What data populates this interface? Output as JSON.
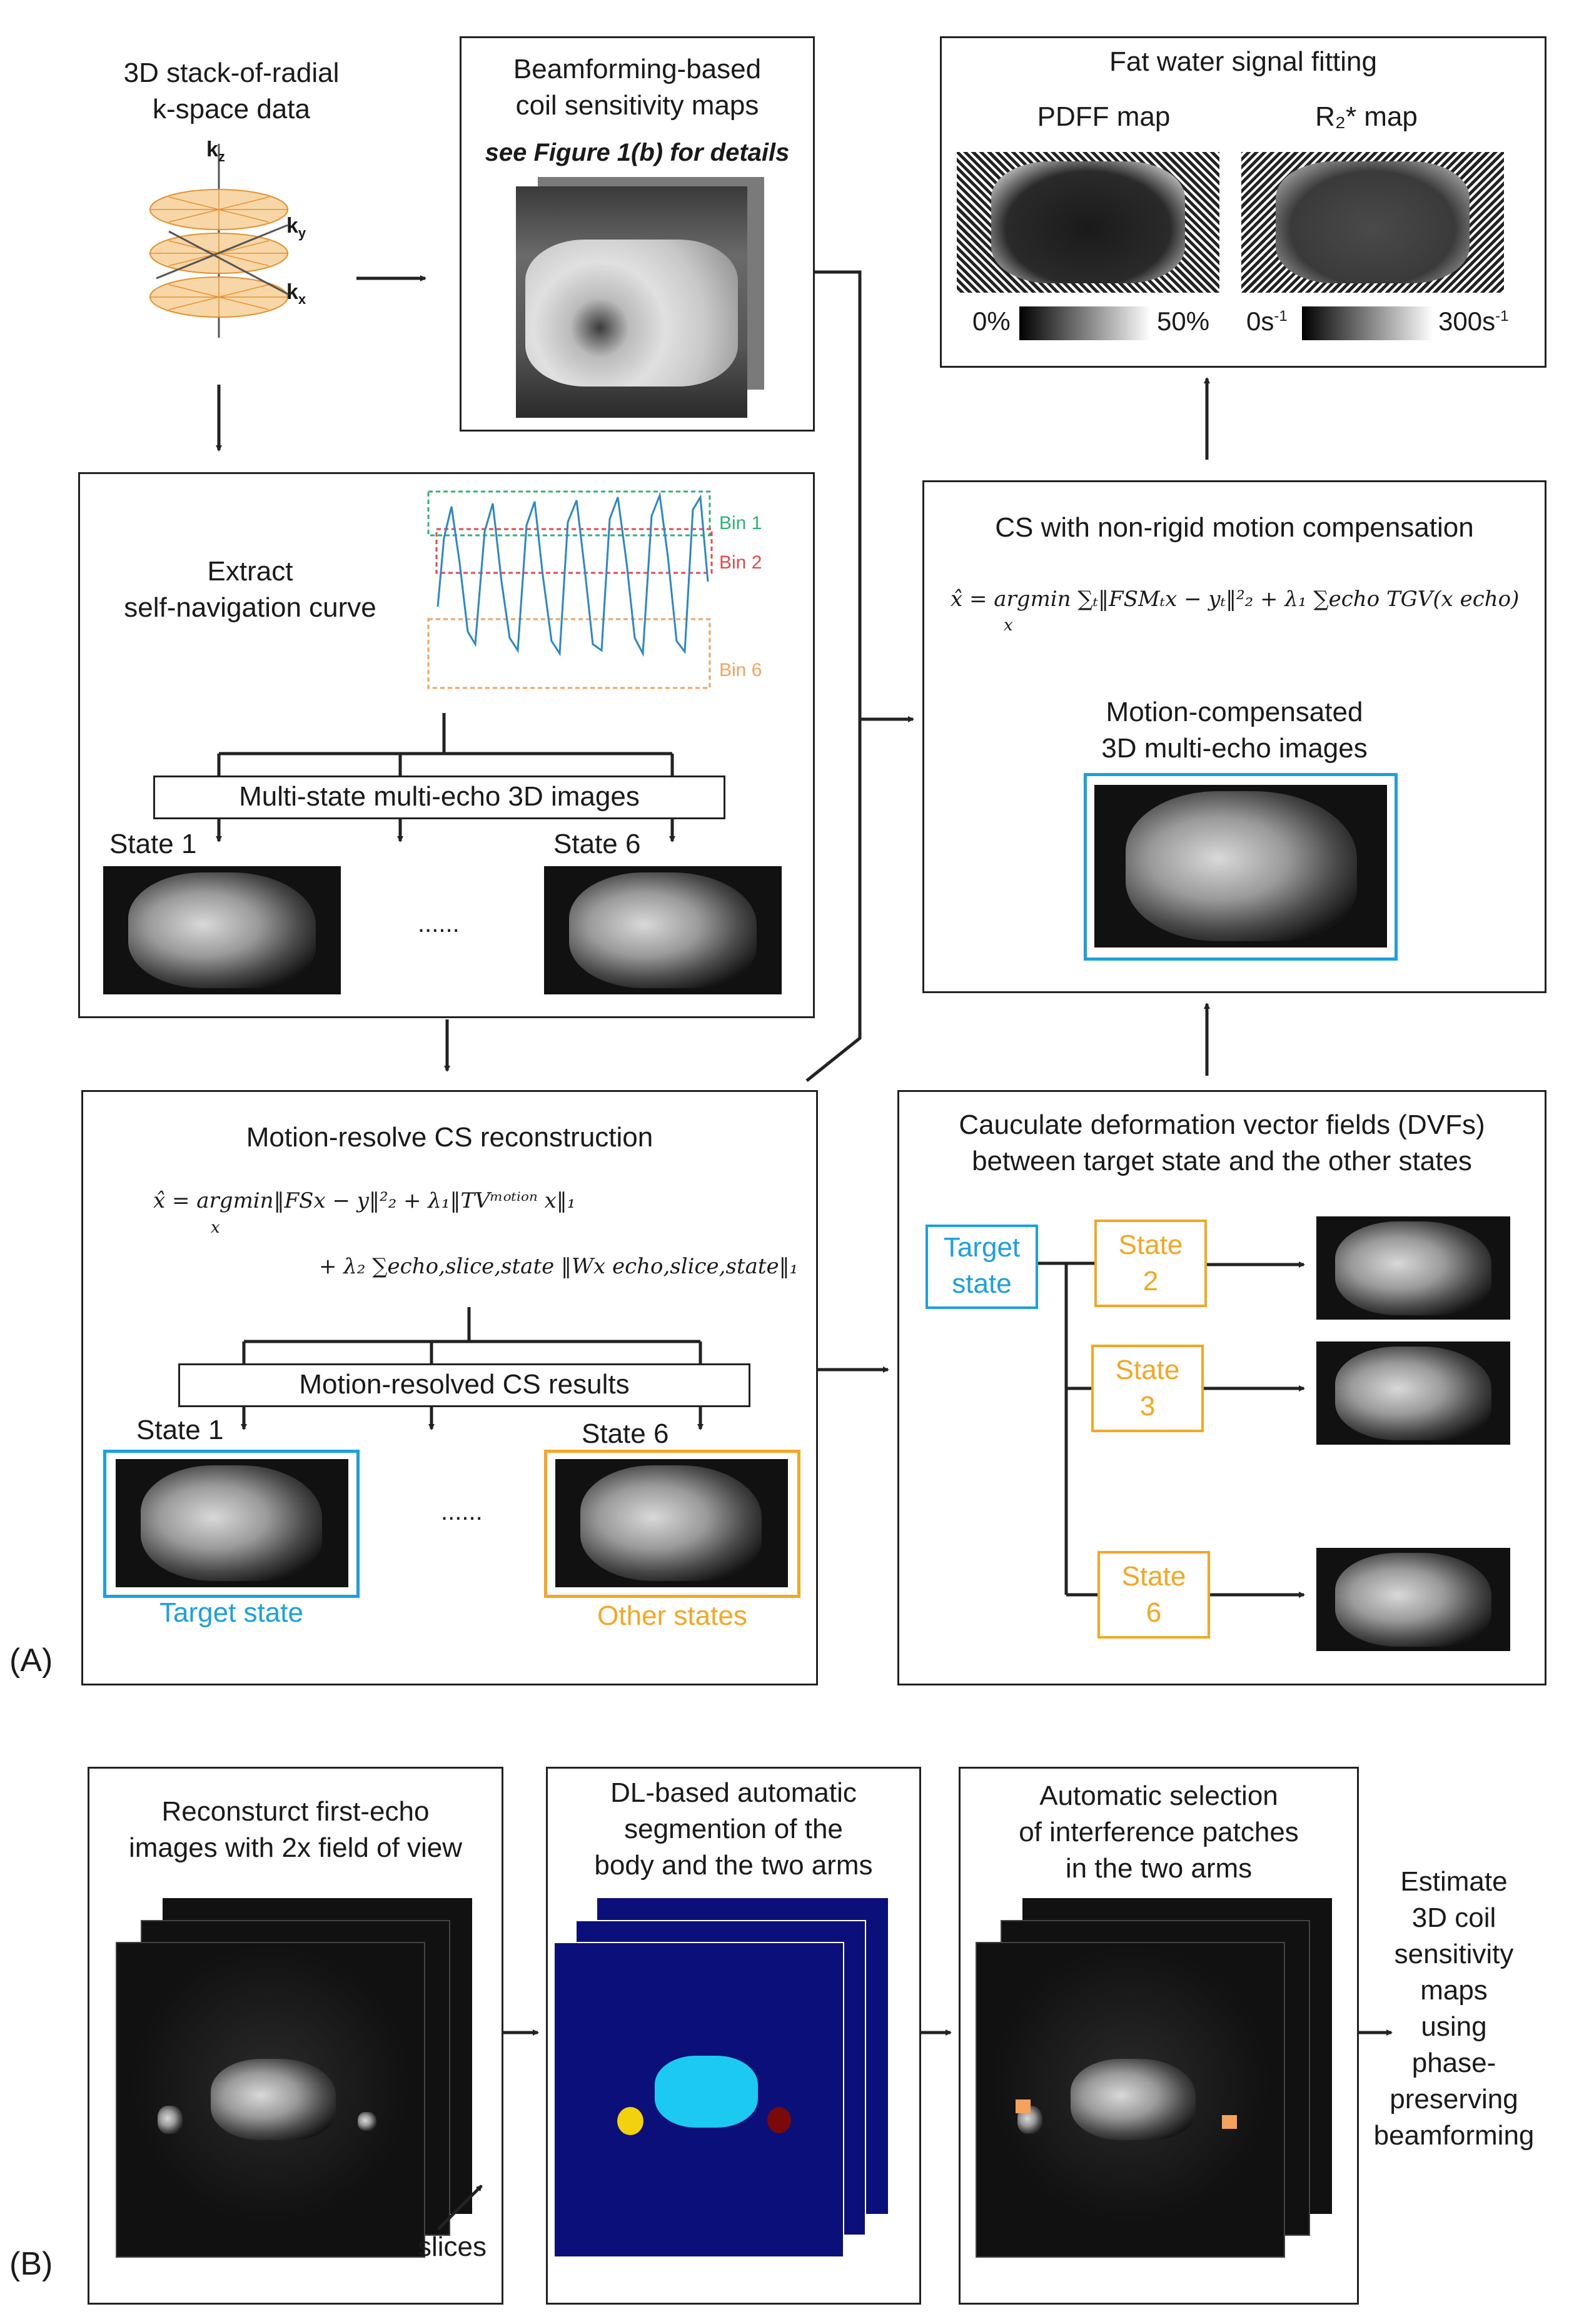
{
  "panel_a": {
    "label": "(A)",
    "kspace": {
      "title": "3D stack-of-radial\nk-space data",
      "kz": "k",
      "kz_sub": "z",
      "ky": "k",
      "ky_sub": "y",
      "kx": "k",
      "kx_sub": "x"
    },
    "coil_maps": {
      "title": "Beamforming-based\ncoil sensitivity maps",
      "note": "see Figure 1(b) for details"
    },
    "fat_water": {
      "title": "Fat water signal fitting",
      "pdff_label": "PDFF map",
      "r2_label": "R₂* map",
      "pdff_min": "0%",
      "pdff_max": "50%",
      "r2_min": "0s",
      "r2_max": "300s",
      "unit_sup": "-1"
    },
    "self_nav": {
      "title": "Extract\nself-navigation curve",
      "bin1": "Bin 1",
      "bin2": "Bin 2",
      "bin6": "Bin 6",
      "bar": "Multi-state multi-echo 3D images",
      "state1": "State 1",
      "state6": "State 6",
      "ellipsis": "......"
    },
    "cs_motion": {
      "title": "CS with non-rigid motion compensation",
      "equation": "x̂ = argmin ∑ₜ‖FSMₜx − yₜ‖²₂ + λ₁ ∑echo TGV(x echo)",
      "argmin_sub": "x",
      "result_title": "Motion-compensated\n3D multi-echo images"
    },
    "motion_resolve": {
      "title": "Motion-resolve CS reconstruction",
      "equation_line1": "x̂ = argmin‖FSx − y‖²₂ + λ₁‖TVᵐᵒᵗⁱᵒⁿ x‖₁",
      "equation_line2": "+ λ₂ ∑echo,slice,state ‖Wx echo,slice,state‖₁",
      "argmin_sub": "x",
      "bar": "Motion-resolved CS results",
      "state1": "State 1",
      "state6": "State 6",
      "ellipsis": "......",
      "target_label": "Target state",
      "other_label": "Other states"
    },
    "dvf": {
      "title": "Cauculate deformation vector fields (DVFs)\nbetween target state and the other states",
      "target": "Target\nstate",
      "state2": "State\n2",
      "state3": "State\n3",
      "state6": "State\n6"
    }
  },
  "panel_b": {
    "label": "(B)",
    "step1": "Reconsturct first-echo\nimages with 2x field of view",
    "slices": "slices",
    "step2": "DL-based automatic\nsegmention of the\nbody and the two arms",
    "step3": "Automatic selection\nof interference patches\nin the two arms",
    "step4": "Estimate\n3D coil\nsensitivity\nmaps\nusing\nphase-\npreserving\nbeamforming"
  },
  "colors": {
    "blue": "#1ba0e0",
    "orange": "#f5a623",
    "bin1": "#2bb673",
    "bin2": "#e8474c",
    "bin6": "#f5a25d",
    "curve": "#2b88c8",
    "seg_bg": "#0a0f7a",
    "seg_body": "#1cc9f0",
    "seg_left_arm": "#f2d20d",
    "seg_right_arm": "#7a0a0a"
  }
}
